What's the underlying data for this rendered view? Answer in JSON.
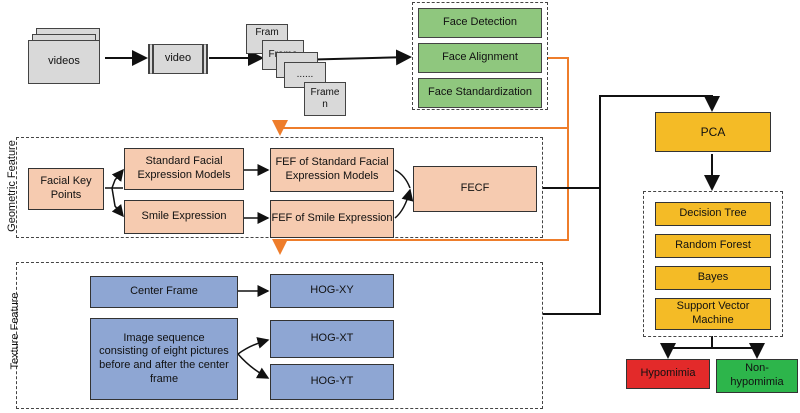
{
  "input": {
    "videos_label": "videos",
    "video_label": "video",
    "frames": [
      "Frame",
      "Frame",
      "......",
      "Frame\nn"
    ],
    "frame_top_partial": "Fram"
  },
  "preprocess": [
    "Face Detection",
    "Face Alignment",
    "Face Standardization"
  ],
  "geometric": {
    "section_label": "Geometric Feature",
    "facial_key_points": "Facial Key Points",
    "standard_models": "Standard Facial Expression Models",
    "smile_expression": "Smile Expression",
    "fef_standard": "FEF of Standard Facial Expression Models",
    "fef_smile": "FEF of Smile Expression",
    "fecf": "FECF"
  },
  "texture": {
    "section_label": "Texture Feature",
    "center_frame": "Center Frame",
    "image_sequence": "Image sequence consisting of eight pictures before and after the center frame",
    "hog_xy": "HOG-XY",
    "hog_xt": "HOG-XT",
    "hog_yt": "HOG-YT"
  },
  "classification": {
    "pca": "PCA",
    "classifiers": [
      "Decision Tree",
      "Random Forest",
      "Bayes",
      "Support Vector Machine"
    ],
    "outputs": [
      "Hypomimia",
      "Non-hypomimia"
    ]
  },
  "colors": {
    "green": "#8fc77e",
    "peach": "#f6cbb0",
    "blue": "#8ea6d3",
    "gold": "#f4bb26",
    "red": "#e32a2a",
    "nonhypo": "#2db54b",
    "orange_line": "#ee7d2b"
  }
}
